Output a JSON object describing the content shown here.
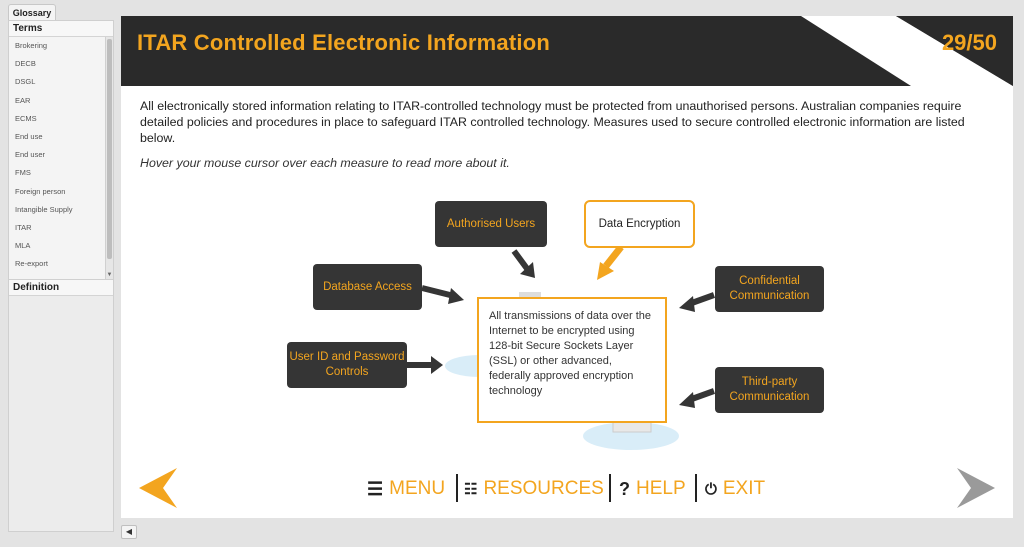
{
  "glossary": {
    "tab_label": "Glossary",
    "terms_header": "Terms",
    "definition_header": "Definition",
    "terms": [
      "Brokering",
      "DECB",
      "DSGL",
      "EAR",
      "ECMS",
      "End use",
      "End user",
      "FMS",
      "Foreign person",
      "Intangible Supply",
      "ITAR",
      "MLA",
      "Re-export"
    ]
  },
  "slide": {
    "title": "ITAR Controlled Electronic Information",
    "page": "29/50",
    "intro": "All electronically stored information relating to ITAR-controlled technology must be protected from unauthorised persons. Australian companies require detailed policies and procedures in place to safeguard ITAR controlled technology. Measures used to secure controlled electronic information are listed below.",
    "hint": "Hover your mouse cursor over each measure to read more about it."
  },
  "measures": {
    "authorised_users": "Authorised Users",
    "data_encryption": "Data Encryption",
    "database_access": "Database Access",
    "confidential_communication": "Confidential Communication",
    "user_id": "User ID and Password Controls",
    "third_party": "Third-party Communication"
  },
  "tooltip": "All transmissions of data over the Internet to be encrypted using 128-bit Secure Sockets Layer (SSL) or other advanced, federally approved encryption technology",
  "nav": {
    "menu": "MENU",
    "resources": "RESOURCES",
    "help": "HELP",
    "exit": "EXIT"
  },
  "colors": {
    "accent": "#f3a51f",
    "dark": "#2a2a2a",
    "next_arrow": "#9a9a9a"
  }
}
